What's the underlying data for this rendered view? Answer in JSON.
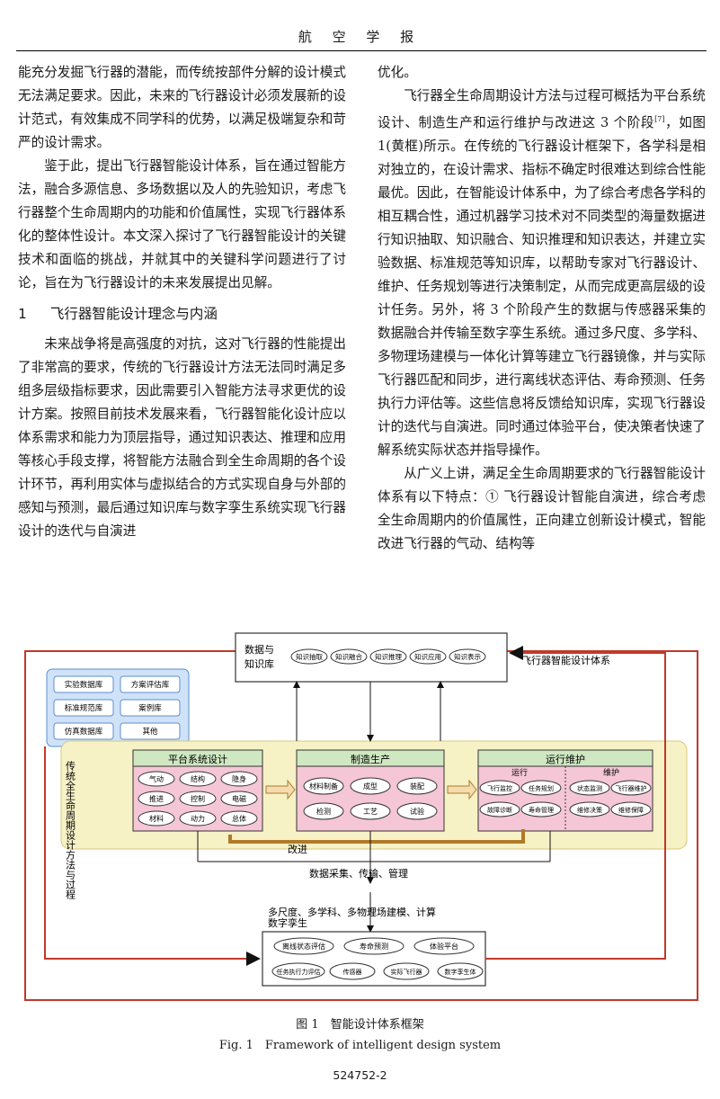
{
  "header": {
    "journal": "航 空 学 报"
  },
  "left_col": {
    "p1": "能充分发掘飞行器的潜能，而传统按部件分解的设计模式无法满足要求。因此，未来的飞行器设计必须发展新的设计范式，有效集成不同学科的优势，以满足极端复杂和苛严的设计需求。",
    "p2": "鉴于此，提出飞行器智能设计体系，旨在通过智能方法，融合多源信息、多场数据以及人的先验知识，考虑飞行器整个生命周期内的功能和价值属性，实现飞行器体系化的整体性设计。本文深入探讨了飞行器智能设计的关键技术和面临的挑战，并就其中的关键科学问题进行了讨论，旨在为飞行器设计的未来发展提出见解。",
    "sec_num": "1",
    "sec_title": "飞行器智能设计理念与内涵",
    "p3": "未来战争将是高强度的对抗，这对飞行器的性能提出了非常高的要求，传统的飞行器设计方法无法同时满足多组多层级指标要求，因此需要引入智能方法寻求更优的设计方案。按照目前技术发展来看，飞行器智能化设计应以体系需求和能力为顶层指导，通过知识表达、推理和应用等核心手段支撑，将智能方法融合到全生命周期的各个设计环节，再利用实体与虚拟结合的方式实现自身与外部的感知与预测，最后通过知识库与数字孪生系统实现飞行器设计的迭代与自演进"
  },
  "right_col": {
    "p0": "优化。",
    "p1a": "飞行器全生命周期设计方法与过程可概括为平台系统设计、制造生产和运行维护与改进这 3 个阶段",
    "p1_ref": "[7]",
    "p1b": "，如图 1(黄框)所示。在传统的飞行器设计框架下，各学科是相对独立的，在设计需求、指标不确定时很难达到综合性能最优。因此，在智能设计体系中，为了综合考虑各学科的相互耦合性，通过机器学习技术对不同类型的海量数据进行知识抽取、知识融合、知识推理和知识表达，并建立实验数据、标准规范等知识库，以帮助专家对飞行器设计、维护、任务规划等进行决策制定，从而完成更高层级的设计任务。另外，将 3 个阶段产生的数据与传感器采集的数据融合并传输至数字孪生系统。通过多尺度、多学科、多物理场建模与一体化计算等建立飞行器镜像，并与实际飞行器匹配和同步，进行离线状态评估、寿命预测、任务执行力评估等。这些信息将反馈给知识库，实现飞行器设计的迭代与自演进。同时通过体验平台，使决策者快速了解系统实际状态并指导操作。",
    "p2": "从广义上讲，满足全生命周期要求的飞行器智能设计体系有以下特点：① 飞行器设计智能自演进，综合考虑全生命周期内的价值属性，正向建立创新设计模式，智能改进飞行器的气动、结构等"
  },
  "figure": {
    "kb_title": "数据与知识库",
    "kb_ops": [
      "知识抽取",
      "知识融合",
      "知识推理",
      "知识应用",
      "知识表示"
    ],
    "system_label": "飞行器智能设计体系",
    "libraries": [
      "实验数据库",
      "方案评估库",
      "标准规范库",
      "案例库",
      "仿真数据库",
      "其他"
    ],
    "traditional_label": "传统全生命周期设计方法与过程",
    "stage1_title": "平台系统设计",
    "stage1_items": [
      "气动",
      "结构",
      "隐身",
      "推进",
      "控制",
      "电磁",
      "材料",
      "动力",
      "总体"
    ],
    "stage2_title": "制造生产",
    "stage2_items": [
      "材料制备",
      "成型",
      "装配",
      "检测",
      "工艺",
      "试验"
    ],
    "stage3_title": "运行维护",
    "stage3_left": "运行",
    "stage3_right": "维护",
    "stage3_items": [
      "飞行监控",
      "任务规划",
      "状态监测",
      "飞行器维护",
      "故障诊断",
      "寿命管理",
      "维修决策",
      "维修保障"
    ],
    "improve": "改进",
    "data_flow": "数据采集、传输、管理",
    "modeling": "多尺度、多学科、多物理场建模、计算",
    "twin_title": "数字孪生",
    "twin_items": [
      "离线状态评估",
      "寿命预测",
      "体验平台",
      "任务执行力评估",
      "传感器",
      "实际飞行器",
      "数字孪生体"
    ]
  },
  "caption": {
    "cn": "图 1　智能设计体系框架",
    "en": "Fig. 1　Framework of intelligent design system"
  },
  "page_number": "524752-2"
}
